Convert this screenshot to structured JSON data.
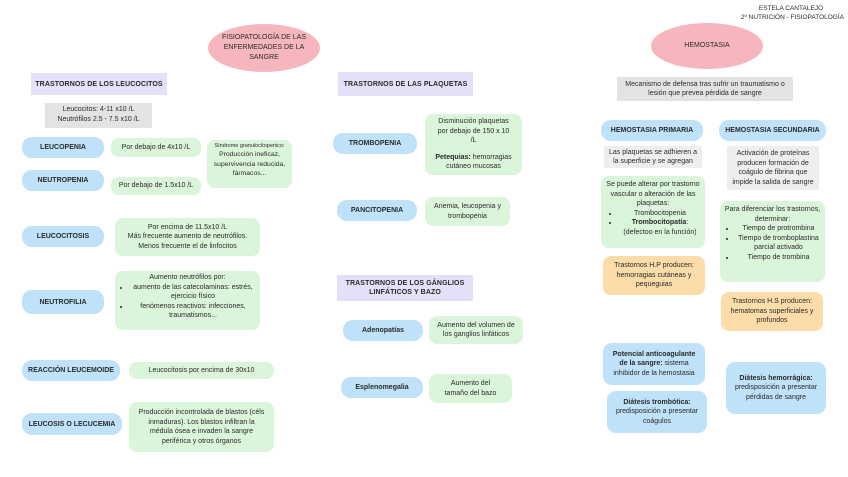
{
  "author": {
    "line1": "ESTELA CANTALEJO",
    "line2": "2º NUTRICIÓN - FISIOPATOLOGÍA"
  },
  "title_oval": "FISIOPATOLOGÍA DE LAS ENFERMEDADES DE LA SANGRE",
  "hemostasia_oval": "HEMOSTASIA",
  "leucocitos": {
    "header": "TRASTORNOS DE LOS LEUCOCITOS",
    "values_line1": "Leucocitos: 4-11 x10 /L",
    "values_line2": "Neutrófilos 2.5 - 7.5 x10 /L",
    "leucopenia": {
      "label": "LEUCOPENIA",
      "desc": "Por debajo de 4x10 /L"
    },
    "neutropenia": {
      "label": "NEUTROPENIA",
      "desc": "Por debajo de 1.5x10 /L"
    },
    "sindrome_title": "Síndrome granulocitopenico:",
    "sindrome_text": "Producción ineficaz, supervivencia reducida, fármacos...",
    "leucocitosis": {
      "label": "LEUCOCITOSIS",
      "line1": "Por encima de 11.5x10 /L",
      "line2": "Más frecuente aumento de neutrófilos.",
      "line3": "Menos frecuente el de linfocitos"
    },
    "neutrofilia": {
      "label": "NEUTROFILIA",
      "intro": "Aumento neutrófilos por:",
      "items": [
        "aumento de las catecolaminas: estrés, ejercicio físico",
        "fenómenos reactivos: infecciones, traumatismos..."
      ]
    },
    "reaccion": {
      "label": "REACCIÓN LEUCEMOIDE",
      "desc": "Leucocitosis por encima de 30x10"
    },
    "leucosis": {
      "label": "LEUCOSIS O LECUCEMIA",
      "desc": "Producción incontrolada de blastos (céls inmaduras). Los blastos infiltran la médula ósea e invaden la sangre periférica y otros órganos"
    }
  },
  "plaquetas": {
    "header": "TRASTORNOS DE LAS PLAQUETAS",
    "trombopenia": {
      "label": "TROMBOPENIA",
      "desc": "Disminución plaquetas por debajo de 150 x 10 /L",
      "bold": "Petequias:",
      "desc2": "hemorragias cutáneo mucosas"
    },
    "pancitopenia": {
      "label": "PANCITOPENIA",
      "desc": "Anemia, leucopenia y trombopenia"
    }
  },
  "ganglios": {
    "header": "TRASTORNOS DE LOS GÁNGLIOS LINFÁTICOS Y BAZO",
    "adenopatias": {
      "label": "Adenopatías",
      "desc": "Aumento del volumen de los ganglios linfáticos"
    },
    "esplenomegalia": {
      "label": "Esplenomegalia",
      "desc": "Aumento del tamaño del bazo"
    }
  },
  "hemostasia": {
    "mecanismo": "Mecanismo de defensa tras sufrir un traumatismo o lesión que prevea pérdida de sangre",
    "primaria": {
      "label": "HEMOSTASIA PRIMARIA",
      "desc": "Las plaquetas se adhieren a la superficie y se agregan",
      "alter_intro": "Se puede alterar por trastorno vascular o alteración de las plaquetas:",
      "alter_item1": "Trombocitopenia",
      "alter_item2_bold": "Trombocitopatía",
      "alter_item2_rest": ": (defectoo en la función)",
      "trastornos": "Trastornos H.P producen: hemorragias cutáneas y pequeguias"
    },
    "secundaria": {
      "label": "HEMOSTASIA SECUNDARIA",
      "desc": "Activación de proteínas producen formación de coágulo de fibrina que impide la salida de sangre",
      "diff_intro": "Para diferenciar los trastornos, determinar:",
      "diff_items": [
        "Tiempo de protrombina",
        "Tiempo de tromboplastina parcial activado",
        "Tiempo de trombina"
      ],
      "trastornos": "Trastornos H.S producen: hematomas superficiales y profundos"
    },
    "anticoagulante": {
      "bold": "Potencial anticoagulante de la sangre:",
      "rest": "sistema inhibidor de la hemostasia"
    },
    "trombotica": {
      "bold": "Diátesis trombótica:",
      "rest": "predisposición a presentar coágulos"
    },
    "hemorragica": {
      "bold": "Diátesis hemorrágica:",
      "rest": "predisposición a presentar pérdidas de sangre"
    }
  }
}
